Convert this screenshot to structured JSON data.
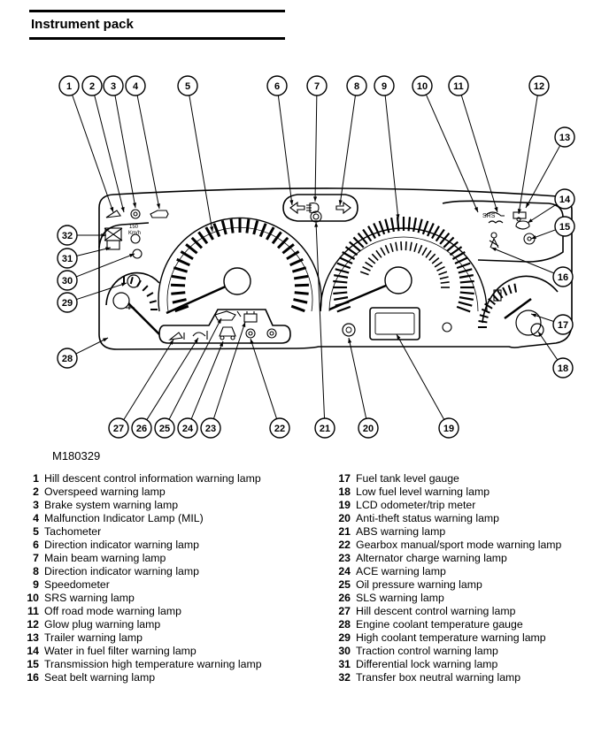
{
  "title": "Instrument pack",
  "figure_id": "M180329",
  "callout_numbers": [
    "1",
    "2",
    "3",
    "4",
    "5",
    "6",
    "7",
    "8",
    "9",
    "10",
    "11",
    "12",
    "13",
    "14",
    "15",
    "16",
    "17",
    "18",
    "19",
    "20",
    "21",
    "22",
    "23",
    "24",
    "25",
    "26",
    "27",
    "28",
    "29",
    "30",
    "31",
    "32"
  ],
  "lamp_texts": {
    "srs": "SRS",
    "kmh_top": "150",
    "kmh_bottom": "Km/h"
  },
  "legend_left": [
    {
      "num": "1",
      "label": "Hill descent control information warning lamp"
    },
    {
      "num": "2",
      "label": "Overspeed warning lamp"
    },
    {
      "num": "3",
      "label": "Brake system warning lamp"
    },
    {
      "num": "4",
      "label": "Malfunction Indicator Lamp (MIL)"
    },
    {
      "num": "5",
      "label": "Tachometer"
    },
    {
      "num": "6",
      "label": "Direction indicator warning lamp"
    },
    {
      "num": "7",
      "label": "Main beam warning lamp"
    },
    {
      "num": "8",
      "label": "Direction indicator warning lamp"
    },
    {
      "num": "9",
      "label": "Speedometer"
    },
    {
      "num": "10",
      "label": "SRS warning lamp"
    },
    {
      "num": "11",
      "label": "Off road mode warning lamp"
    },
    {
      "num": "12",
      "label": "Glow plug warning lamp"
    },
    {
      "num": "13",
      "label": "Trailer warning lamp"
    },
    {
      "num": "14",
      "label": "Water in fuel filter warning lamp"
    },
    {
      "num": "15",
      "label": "Transmission high temperature warning lamp"
    },
    {
      "num": "16",
      "label": "Seat belt warning lamp"
    }
  ],
  "legend_right": [
    {
      "num": "17",
      "label": "Fuel tank level gauge"
    },
    {
      "num": "18",
      "label": "Low fuel level warning lamp"
    },
    {
      "num": "19",
      "label": "LCD odometer/trip meter"
    },
    {
      "num": "20",
      "label": "Anti-theft status warning lamp"
    },
    {
      "num": "21",
      "label": "ABS warning lamp"
    },
    {
      "num": "22",
      "label": "Gearbox manual/sport mode warning lamp"
    },
    {
      "num": "23",
      "label": "Alternator charge warning lamp"
    },
    {
      "num": "24",
      "label": "ACE warning lamp"
    },
    {
      "num": "25",
      "label": "Oil pressure warning lamp"
    },
    {
      "num": "26",
      "label": "SLS warning lamp"
    },
    {
      "num": "27",
      "label": "Hill descent control warning lamp"
    },
    {
      "num": "28",
      "label": "Engine coolant temperature gauge"
    },
    {
      "num": "29",
      "label": "High coolant temperature warning lamp"
    },
    {
      "num": "30",
      "label": "Traction control warning lamp"
    },
    {
      "num": "31",
      "label": "Differential lock warning lamp"
    },
    {
      "num": "32",
      "label": "Transfer box neutral warning lamp"
    }
  ]
}
